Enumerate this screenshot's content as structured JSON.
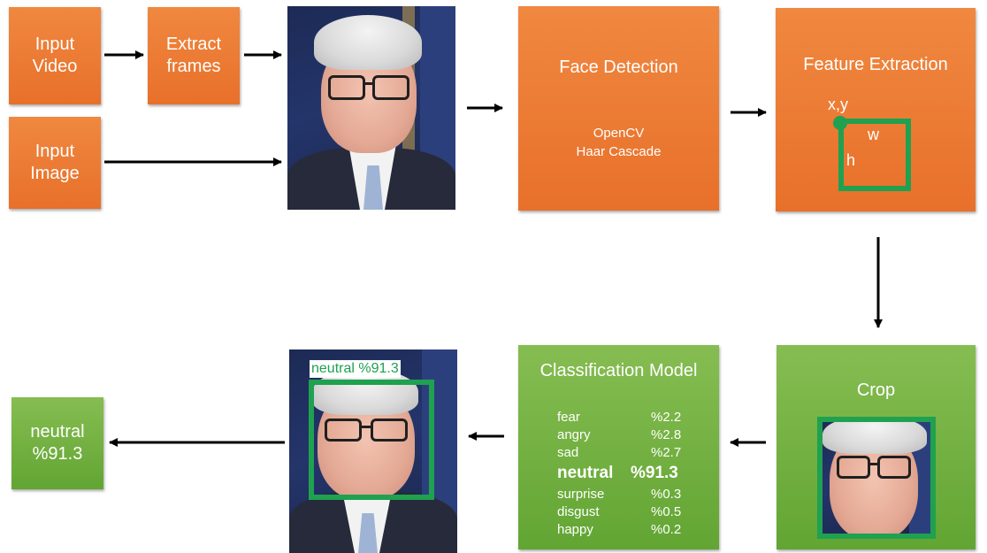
{
  "boxes": {
    "input_video": "Input\nVideo",
    "extract_frames": "Extract\nframes",
    "input_image": "Input\nImage",
    "face_detection": {
      "title": "Face Detection",
      "sub1": "OpenCV",
      "sub2": "Haar Cascade"
    },
    "feature_extraction": {
      "title": "Feature Extraction",
      "xy": "x,y",
      "w": "w",
      "h": "h"
    },
    "crop": {
      "title": "Crop"
    },
    "classification": {
      "title": "Classification Model",
      "rows": [
        {
          "label": "fear",
          "value": "%2.2"
        },
        {
          "label": "angry",
          "value": "%2.8"
        },
        {
          "label": "sad",
          "value": "%2.7"
        },
        {
          "label": "neutral",
          "value": "%91.3"
        },
        {
          "label": "surprise",
          "value": "%0.3"
        },
        {
          "label": "disgust",
          "value": "%0.5"
        },
        {
          "label": "happy",
          "value": "%0.2"
        }
      ]
    },
    "result_label": "neutral %91.3",
    "output": "neutral\n%91.3"
  },
  "colors": {
    "orange": "#e8702a",
    "green": "#62a533",
    "box_green": "#1fa150"
  }
}
